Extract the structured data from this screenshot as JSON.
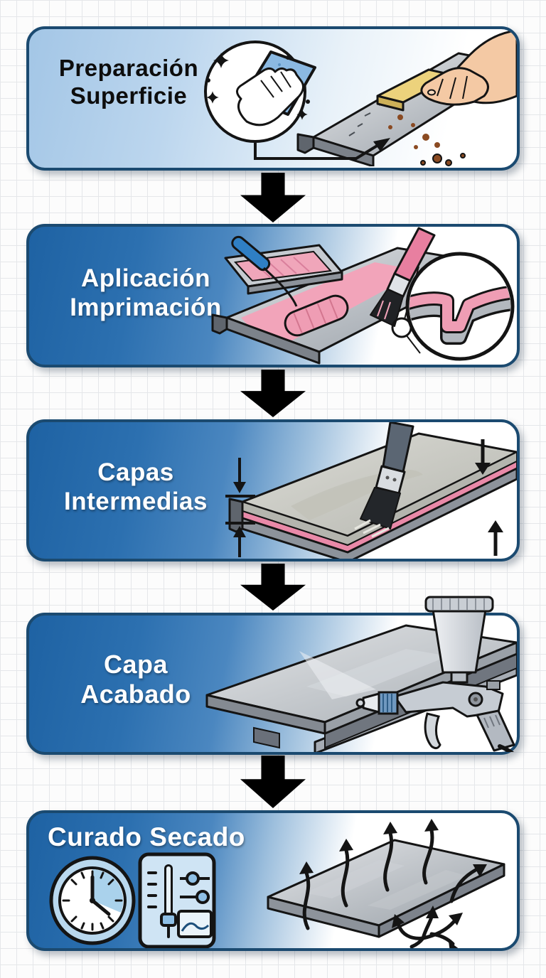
{
  "page": {
    "background": "#fcfcfc",
    "grid_color": "#e5e7ea"
  },
  "flowchart": {
    "direction": "top-to-bottom",
    "connector": "black-block-arrow",
    "colors": {
      "border_navy": "#1b4a70",
      "panel_blue": "#2c70b0",
      "panel1_light_blue": "#a3c6e6",
      "arrow_black": "#000000",
      "primer_pink": "#ef9db4",
      "steel_gray": "#9aa1a8",
      "sandpaper_yellow": "#ecd27c",
      "skin_tone": "#f4c9a4",
      "cloth_blue": "#8bb9e2",
      "handle_blue": "#2f7fc4",
      "rust_brown": "#8a4a22"
    },
    "steps": [
      {
        "id": "preparacion-superficie",
        "line1": "Preparación",
        "line2": "Superficie",
        "icons": [
          "cleaning-cloth-circle-icon",
          "sparkles-icon",
          "sanding-hand-illustration",
          "steel-channel-illustration",
          "callout-arrow-icon"
        ]
      },
      {
        "id": "aplicacion-imprimacion",
        "line1": "Aplicación",
        "line2": "Imprimación",
        "icons": [
          "paint-tray-icon",
          "paint-roller-icon",
          "paint-brush-icon",
          "primer-coated-channel-illustration",
          "magnifier-cross-section-icon"
        ]
      },
      {
        "id": "capas-intermedias",
        "line1": "Capas",
        "line2": "Intermedias",
        "icons": [
          "paint-brush-icon",
          "layered-plate-illustration",
          "thickness-gauge-arrows-icon",
          "down-arrow-icon",
          "up-arrow-icon"
        ]
      },
      {
        "id": "capa-acabado",
        "line1": "Capa",
        "line2": "Acabado",
        "icons": [
          "spray-gun-icon",
          "i-beam-illustration"
        ]
      },
      {
        "id": "curado-secado",
        "line1": "Curado Secado",
        "line2": "",
        "icons": [
          "clock-icon",
          "control-panel-icon",
          "steel-plate-illustration",
          "evaporation-arrows-icon",
          "branching-arrows-icon"
        ]
      }
    ]
  }
}
